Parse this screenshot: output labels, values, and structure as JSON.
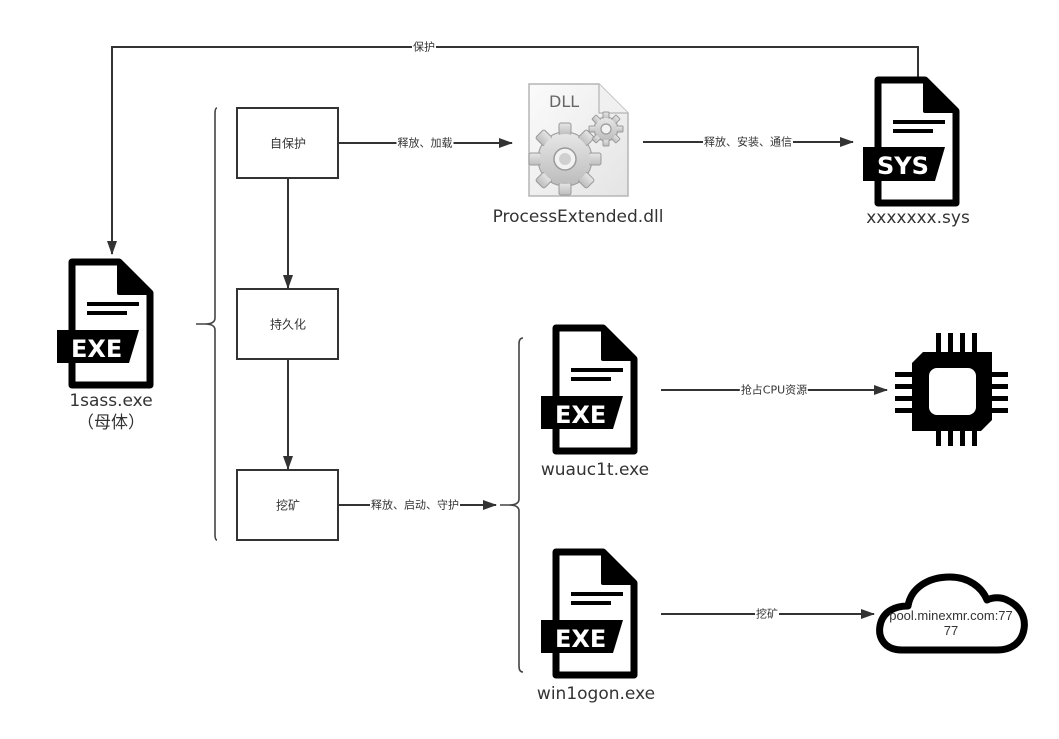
{
  "nodes": {
    "mother": {
      "name": "1sass.exe",
      "note": "（母体）",
      "badge": "EXE",
      "icon": "exe-file-icon"
    },
    "dll": {
      "name": "ProcessExtended.dll",
      "badge": "DLL",
      "icon": "dll-gear-file-icon"
    },
    "sys": {
      "name": "xxxxxxx.sys",
      "badge": "SYS",
      "icon": "sys-file-icon"
    },
    "wuauclt": {
      "name": "wuauc1t.exe",
      "badge": "EXE",
      "icon": "exe-file-icon"
    },
    "winlogon": {
      "name": "win1ogon.exe",
      "badge": "EXE",
      "icon": "exe-file-icon"
    },
    "cpu": {
      "icon": "cpu-chip-icon"
    },
    "pool": {
      "name": "pool.minexmr.com:7777",
      "icon": "cloud-icon"
    }
  },
  "stages": [
    {
      "id": "self-protect",
      "label": "自保护"
    },
    {
      "id": "persistence",
      "label": "持久化"
    },
    {
      "id": "mining",
      "label": "挖矿"
    }
  ],
  "edges": {
    "protect": "保护",
    "release_load": "释放、加载",
    "release_install_comm": "释放、安装、通信",
    "release_start_guard": "释放、启动、守护",
    "seize_cpu": "抢占CPU资源",
    "mine": "挖矿"
  },
  "colors": {
    "line": "#333333",
    "icon": "#000000",
    "background": "#ffffff"
  }
}
